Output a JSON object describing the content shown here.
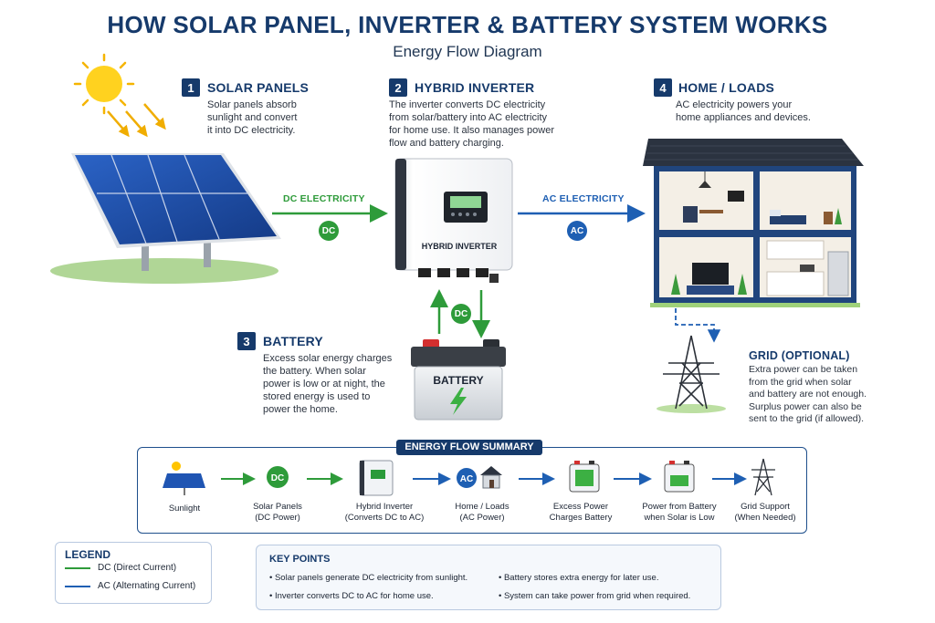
{
  "header": {
    "title": "HOW SOLAR PANEL, INVERTER & BATTERY SYSTEM WORKS",
    "subtitle": "Energy Flow Diagram"
  },
  "sections": {
    "solar": {
      "number": "1",
      "title": "SOLAR PANELS",
      "desc": [
        "Solar panels absorb",
        "sunlight and convert",
        "it into DC electricity."
      ]
    },
    "inverter": {
      "number": "2",
      "title": "HYBRID INVERTER",
      "desc": [
        "The inverter converts DC electricity",
        "from solar/battery into AC electricity",
        "for home use. It also manages power",
        "flow and battery charging."
      ],
      "device_label": "HYBRID INVERTER"
    },
    "battery": {
      "number": "3",
      "title": "BATTERY",
      "desc": [
        "Excess solar energy charges",
        "the battery. When solar",
        "power is low or at night, the",
        "stored energy is used to",
        "power the home."
      ],
      "device_label": "BATTERY"
    },
    "home": {
      "number": "4",
      "title": "HOME / LOADS",
      "desc": [
        "AC electricity powers your",
        "home appliances and devices."
      ]
    },
    "grid": {
      "title": "GRID (OPTIONAL)",
      "desc": [
        "Extra power can be taken",
        "from the grid when solar",
        "and battery are not enough.",
        "Surplus power can also be",
        "sent to the grid (if allowed)."
      ]
    }
  },
  "flows": {
    "dc_label": "DC ELECTRICITY",
    "ac_label": "AC ELECTRICITY",
    "dc_badge": "DC",
    "ac_badge": "AC"
  },
  "summary": {
    "title": "ENERGY FLOW SUMMARY",
    "steps": [
      {
        "label": [
          "Sunlight"
        ],
        "icon": "sun-panel-icon"
      },
      {
        "label": [
          "Solar Panels",
          "(DC Power)"
        ],
        "icon": "dc-badge-icon",
        "badge": "DC"
      },
      {
        "label": [
          "Hybrid Inverter",
          "(Converts DC to AC)"
        ],
        "icon": "inverter-icon"
      },
      {
        "label": [
          "Home / Loads",
          "(AC Power)"
        ],
        "icon": "ac-home-icon",
        "badge": "AC"
      },
      {
        "label": [
          "Excess Power",
          "Charges Battery"
        ],
        "icon": "battery-charge-icon"
      },
      {
        "label": [
          "Power from Battery",
          "when Solar is Low"
        ],
        "icon": "battery-discharge-icon"
      },
      {
        "label": [
          "Grid Support",
          "(When Needed)"
        ],
        "icon": "pylon-icon"
      }
    ]
  },
  "legend": {
    "title": "LEGEND",
    "items": [
      "DC (Direct Current)",
      "AC (Alternating Current)"
    ]
  },
  "key_points": {
    "title": "KEY POINTS",
    "items": [
      "Solar panels generate DC electricity from sunlight.",
      "Battery stores extra energy for later use.",
      "Inverter converts DC to AC for home use.",
      "System can take power from grid when required."
    ]
  },
  "colors": {
    "dc": "#2e9b3a",
    "ac": "#1e5fb3",
    "navy": "#163a6b"
  }
}
